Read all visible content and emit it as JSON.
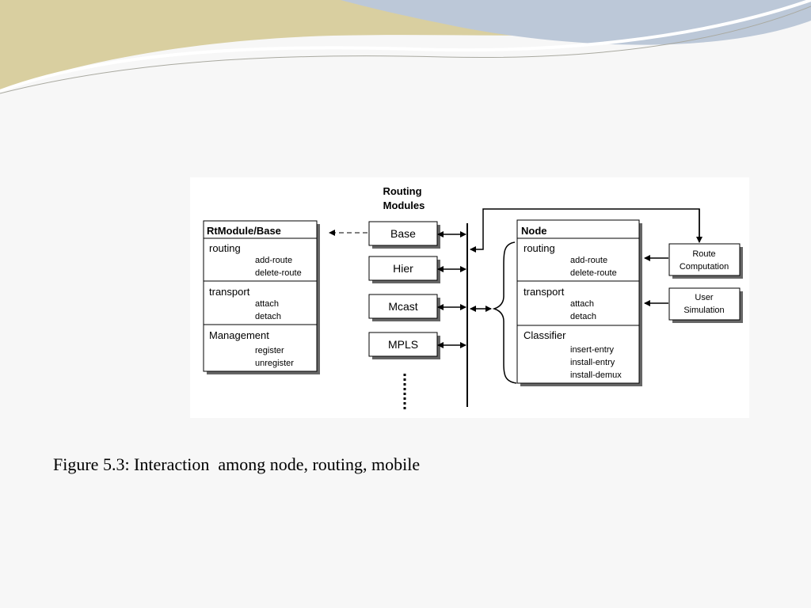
{
  "slide": {
    "caption": "Figure 5.3: Interaction  among node, routing, mobile"
  },
  "diagram": {
    "routing_header_line1": "Routing",
    "routing_header_line2": "Modules",
    "rtmodule": {
      "title": "RtModule/Base",
      "sections": [
        {
          "label": "routing",
          "items": [
            "add-route",
            "delete-route"
          ]
        },
        {
          "label": "transport",
          "items": [
            "attach",
            "detach"
          ]
        },
        {
          "label": "Management",
          "items": [
            "register",
            "unregister"
          ]
        }
      ]
    },
    "modules": [
      "Base",
      "Hier",
      "Mcast",
      "MPLS"
    ],
    "node": {
      "title": "Node",
      "sections": [
        {
          "label": "routing",
          "items": [
            "add-route",
            "delete-route"
          ]
        },
        {
          "label": "transport",
          "items": [
            "attach",
            "detach"
          ]
        },
        {
          "label": "Classifier",
          "items": [
            "insert-entry",
            "install-entry",
            "install-demux"
          ]
        }
      ]
    },
    "route_computation": {
      "line1": "Route",
      "line2": "Computation"
    },
    "user_simulation": {
      "line1": "User",
      "line2": "Simulation"
    }
  },
  "colors": {
    "background": "#f7f7f7",
    "swoosh_tan": "#d9cfa0",
    "swoosh_blue": "#bcc8d8"
  }
}
